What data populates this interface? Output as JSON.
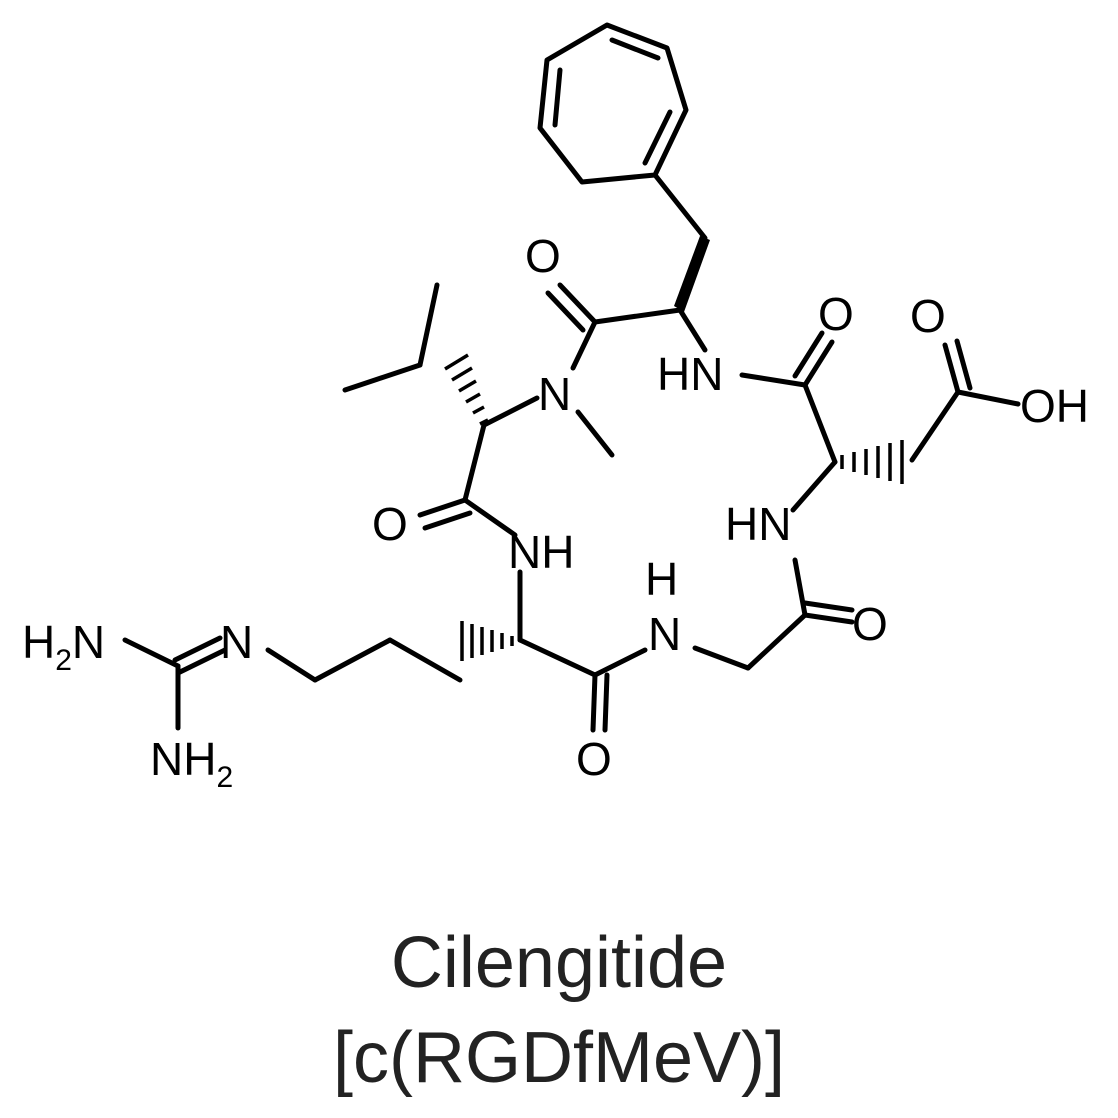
{
  "diagram": {
    "compound_name": "Cilengitide",
    "sequence_code": "[c(RGDfMeV)]",
    "atom_labels": {
      "phe_carbonyl_o": "O",
      "asp_carbonyl_o": "O",
      "acid_carbonyl_o": "O",
      "acid_hydroxyl": "OH",
      "n_methyl_n": "N",
      "phe_amide_hn": "HN",
      "asp_amide_hn": "HN",
      "val_carbonyl_o": "O",
      "arg_amide_nh": "NH",
      "gly_amide_h": "H",
      "gly_amide_n": "N",
      "gly_carbonyl_o": "O",
      "arg_carbonyl_o": "O",
      "guanidine_n": "N",
      "guanidine_h2n_h": "H",
      "guanidine_h2n_sub": "2",
      "guanidine_h2n_n": "N",
      "guanidine_nh2_nh": "NH",
      "guanidine_nh2_sub": "2"
    }
  }
}
